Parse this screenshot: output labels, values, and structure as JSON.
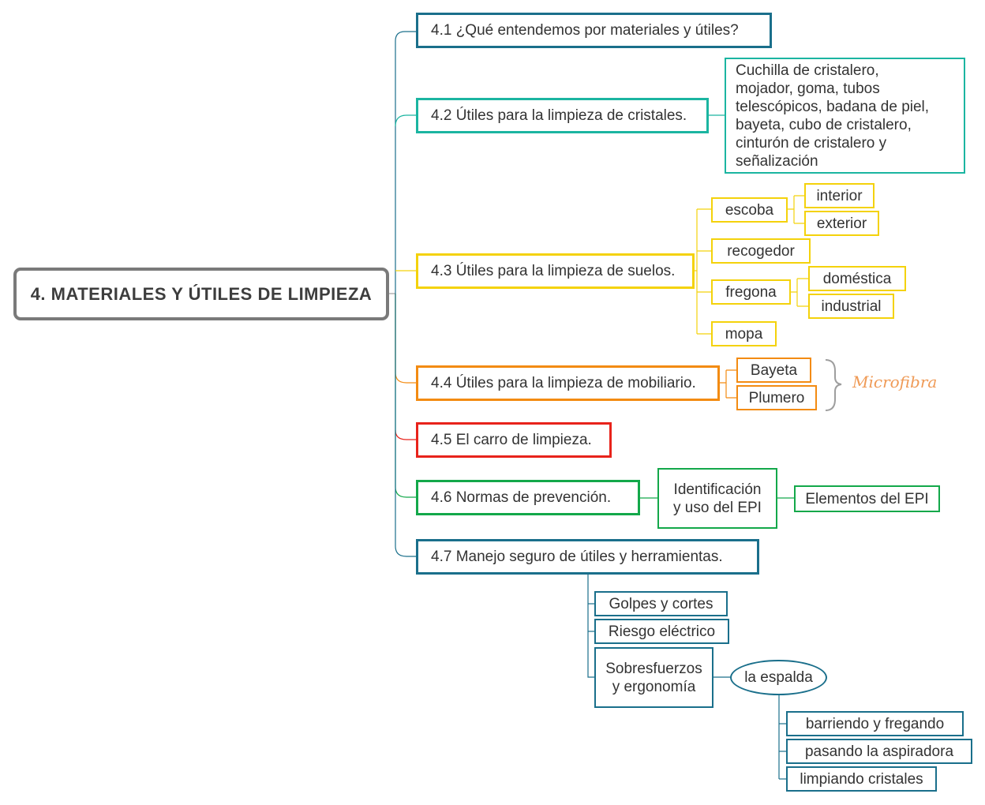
{
  "colors": {
    "root": "#7a7a7a",
    "teal_dark": "#1a6f8b",
    "teal": "#1bb5a1",
    "yellow": "#f4d20b",
    "orange": "#f38b12",
    "red": "#e8231b",
    "green": "#13a84a",
    "brace": "#9e9e9e",
    "note": "#ef9a56"
  },
  "root": {
    "label": "4. MATERIALES Y ÚTILES DE LIMPIEZA"
  },
  "branches": {
    "b41": {
      "label": "4.1 ¿Qué entendemos por materiales y útiles?"
    },
    "b42": {
      "label": "4.2 Útiles para la limpieza de cristales.",
      "detail": [
        "Cuchilla de cristalero,",
        "mojador, goma, tubos",
        "telescópicos, badana de piel,",
        "bayeta, cubo de cristalero,",
        "cinturón de cristalero y",
        "señalización"
      ]
    },
    "b43": {
      "label": "4.3 Útiles para la limpieza de suelos.",
      "escoba": "escoba",
      "interior": "interior",
      "exterior": "exterior",
      "recogedor": "recogedor",
      "fregona": "fregona",
      "domestica": "doméstica",
      "industrial": "industrial",
      "mopa": "mopa"
    },
    "b44": {
      "label": "4.4 Útiles para la limpieza de mobiliario.",
      "bayeta": "Bayeta",
      "plumero": "Plumero",
      "note": "Microfibra"
    },
    "b45": {
      "label": "4.5 El carro de limpieza."
    },
    "b46": {
      "label": "4.6 Normas de prevención.",
      "epi_line1": "Identificación",
      "epi_line2": "y uso del EPI",
      "elementos": "Elementos del EPI"
    },
    "b47": {
      "label": "4.7 Manejo seguro de útiles y herramientas.",
      "golpes": "Golpes y cortes",
      "riesgo": "Riesgo eléctrico",
      "sobre_line1": "Sobresfuerzos",
      "sobre_line2": "y ergonomía",
      "espalda": "la espalda",
      "barriendo": "barriendo y fregando",
      "aspiradora": "pasando la aspiradora",
      "cristales": "limpiando cristales"
    }
  }
}
